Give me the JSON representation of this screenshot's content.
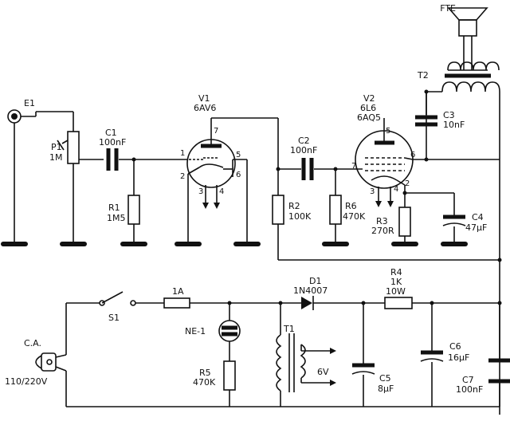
{
  "labels": {
    "speaker": "FTE",
    "t2": "T2",
    "e1": "E1",
    "p1": "P1",
    "p1_val": "1M",
    "c1": "C1",
    "c1_val": "100nF",
    "v1": "V1",
    "v1_type": "6AV6",
    "r1": "R1",
    "r1_val": "1M5",
    "c2": "C2",
    "c2_val": "100nF",
    "r2": "R2",
    "r2_val": "100K",
    "r6": "R6",
    "r6_val": "470K",
    "v2": "V2",
    "v2_type1": "6L6",
    "v2_type2": "6AQ5",
    "c3": "C3",
    "c3_val": "10nF",
    "r3": "R3",
    "r3_val": "270R",
    "c4": "C4",
    "c4_val": "47µF",
    "s1": "S1",
    "fuse": "1A",
    "d1": "D1",
    "d1_val": "1N4007",
    "r4": "R4",
    "r4_val1": "1K",
    "r4_val2": "10W",
    "ne1": "NE-1",
    "t1": "T1",
    "v6": "6V",
    "r5": "R5",
    "r5_val": "470K",
    "c5": "C5",
    "c5_val": "8µF",
    "c6": "C6",
    "c6_val": "16µF",
    "c7": "C7",
    "c7_val": "100nF",
    "ca": "C.A.",
    "mains": "110/220V"
  },
  "pins": {
    "v1_p1": "1",
    "v1_p2": "2",
    "v1_p3": "3",
    "v1_p4": "4",
    "v1_p5": "5",
    "v1_p6": "6",
    "v1_p7": "7",
    "v2_p2": "2",
    "v2_p3": "3",
    "v2_p4": "4",
    "v2_p5": "5",
    "v2_p6": "6",
    "v2_p7": "7"
  }
}
